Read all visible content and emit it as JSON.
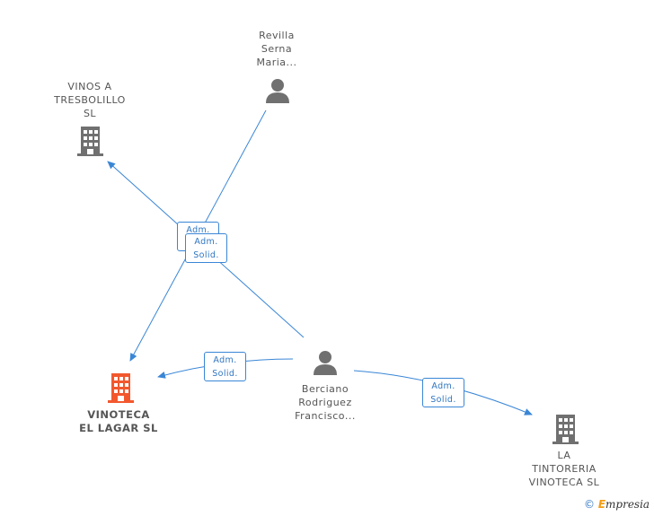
{
  "nodes": {
    "vinos_a_tresbolillo": {
      "lines": [
        "VINOS A",
        "TRESBOLILLO",
        "SL"
      ],
      "type": "company"
    },
    "revilla": {
      "lines": [
        "Revilla",
        "Serna",
        "Maria..."
      ],
      "type": "person"
    },
    "vinoteca_el_lagar": {
      "lines": [
        "VINOTECA",
        "EL LAGAR SL"
      ],
      "type": "company",
      "highlight": true
    },
    "berciano": {
      "lines": [
        "Berciano",
        "Rodriguez",
        "Francisco..."
      ],
      "type": "person"
    },
    "la_tintoreria": {
      "lines": [
        "LA",
        "TINTORERIA",
        "VINOTECA SL"
      ],
      "type": "company"
    }
  },
  "edge_labels": {
    "a": [
      "Adm.",
      "Solid."
    ],
    "b": [
      "Adm.",
      "Solid."
    ],
    "c": [
      "Adm.",
      "Solid."
    ],
    "d": [
      "Adm.",
      "Solid."
    ]
  },
  "colors": {
    "edge": "#3a86d6",
    "company_icon": "#707070",
    "focus_company_icon": "#f2582e",
    "person_icon": "#707070"
  },
  "footer": {
    "copyright": "©",
    "brand_e": "E",
    "brand_rest": "mpresia"
  }
}
